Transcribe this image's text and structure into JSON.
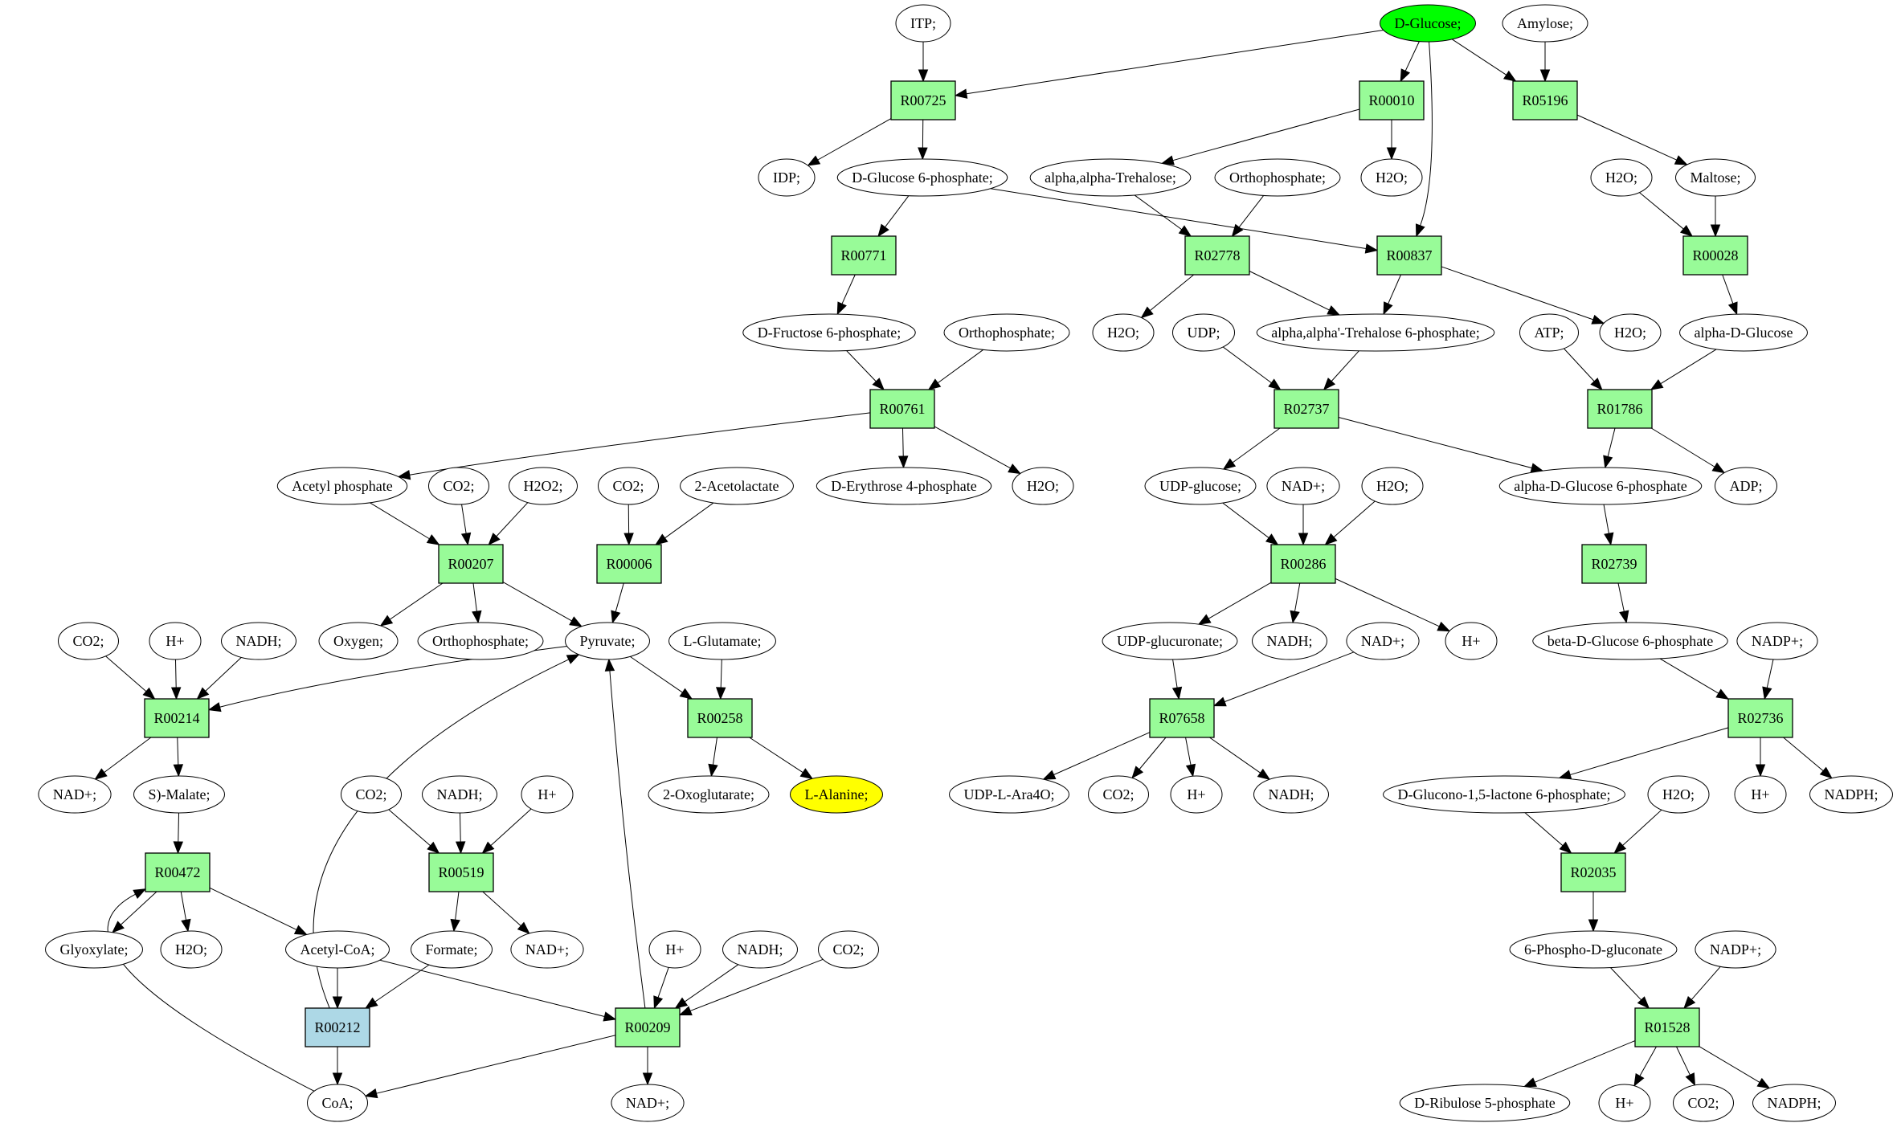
{
  "diagram": {
    "type": "metabolic-pathway-graph",
    "legend_colors": {
      "reaction": "#98fb98",
      "reaction_highlight": "#add8e6",
      "compound": "#ffffff",
      "source_compound": "#00ff00",
      "target_compound": "#ffff00"
    },
    "nodes": [
      {
        "id": "itp",
        "label": "ITP;",
        "kind": "compound"
      },
      {
        "id": "dglucose",
        "label": "D-Glucose;",
        "kind": "compound",
        "fill": "#00ff00"
      },
      {
        "id": "amylose",
        "label": "Amylose;",
        "kind": "compound"
      },
      {
        "id": "R00725",
        "label": "R00725",
        "kind": "reaction"
      },
      {
        "id": "R00010",
        "label": "R00010",
        "kind": "reaction"
      },
      {
        "id": "R05196",
        "label": "R05196",
        "kind": "reaction"
      },
      {
        "id": "idp",
        "label": "IDP;",
        "kind": "compound"
      },
      {
        "id": "dg6p",
        "label": "D-Glucose 6-phosphate;",
        "kind": "compound"
      },
      {
        "id": "trehalose",
        "label": "alpha,alpha-Trehalose;",
        "kind": "compound"
      },
      {
        "id": "orthophos_a",
        "label": "Orthophosphate;",
        "kind": "compound"
      },
      {
        "id": "h2o_a",
        "label": "H2O;",
        "kind": "compound"
      },
      {
        "id": "h2o_b",
        "label": "H2O;",
        "kind": "compound"
      },
      {
        "id": "maltose",
        "label": "Maltose;",
        "kind": "compound"
      },
      {
        "id": "R00771",
        "label": "R00771",
        "kind": "reaction"
      },
      {
        "id": "R02778",
        "label": "R02778",
        "kind": "reaction"
      },
      {
        "id": "R00837",
        "label": "R00837",
        "kind": "reaction"
      },
      {
        "id": "R00028",
        "label": "R00028",
        "kind": "reaction"
      },
      {
        "id": "f6p",
        "label": "D-Fructose 6-phosphate;",
        "kind": "compound"
      },
      {
        "id": "orthophos_b",
        "label": "Orthophosphate;",
        "kind": "compound"
      },
      {
        "id": "h2o_c",
        "label": "H2O;",
        "kind": "compound"
      },
      {
        "id": "udp",
        "label": "UDP;",
        "kind": "compound"
      },
      {
        "id": "t6p",
        "label": "alpha,alpha'-Trehalose 6-phosphate;",
        "kind": "compound"
      },
      {
        "id": "atp",
        "label": "ATP;",
        "kind": "compound"
      },
      {
        "id": "h2o_d",
        "label": "H2O;",
        "kind": "compound"
      },
      {
        "id": "adglucose",
        "label": "alpha-D-Glucose",
        "kind": "compound"
      },
      {
        "id": "R00761",
        "label": "R00761",
        "kind": "reaction"
      },
      {
        "id": "R02737",
        "label": "R02737",
        "kind": "reaction"
      },
      {
        "id": "R01786",
        "label": "R01786",
        "kind": "reaction"
      },
      {
        "id": "acetylphos",
        "label": "Acetyl phosphate",
        "kind": "compound"
      },
      {
        "id": "co2_a",
        "label": "CO2;",
        "kind": "compound"
      },
      {
        "id": "h2o2",
        "label": "H2O2;",
        "kind": "compound"
      },
      {
        "id": "co2_b",
        "label": "CO2;",
        "kind": "compound"
      },
      {
        "id": "acetolactate",
        "label": "2-Acetolactate",
        "kind": "compound"
      },
      {
        "id": "erythrose",
        "label": "D-Erythrose 4-phosphate",
        "kind": "compound"
      },
      {
        "id": "h2o_e",
        "label": "H2O;",
        "kind": "compound"
      },
      {
        "id": "udpglucose",
        "label": "UDP-glucose;",
        "kind": "compound"
      },
      {
        "id": "nadp_a_plus",
        "label": "NAD+;",
        "kind": "compound"
      },
      {
        "id": "h2o_f",
        "label": "H2O;",
        "kind": "compound"
      },
      {
        "id": "adg6p",
        "label": "alpha-D-Glucose 6-phosphate",
        "kind": "compound"
      },
      {
        "id": "adp",
        "label": "ADP;",
        "kind": "compound"
      },
      {
        "id": "R00207",
        "label": "R00207",
        "kind": "reaction"
      },
      {
        "id": "R00006",
        "label": "R00006",
        "kind": "reaction"
      },
      {
        "id": "R00286",
        "label": "R00286",
        "kind": "reaction"
      },
      {
        "id": "R02739",
        "label": "R02739",
        "kind": "reaction"
      },
      {
        "id": "co2_c",
        "label": "CO2;",
        "kind": "compound"
      },
      {
        "id": "hplus_b",
        "label": "H+",
        "kind": "compound"
      },
      {
        "id": "nadh_b",
        "label": "NADH;",
        "kind": "compound"
      },
      {
        "id": "oxygen",
        "label": "Oxygen;",
        "kind": "compound"
      },
      {
        "id": "orthophos_c",
        "label": "Orthophosphate;",
        "kind": "compound"
      },
      {
        "id": "pyruvate",
        "label": "Pyruvate;",
        "kind": "compound"
      },
      {
        "id": "lglutamate",
        "label": "L-Glutamate;",
        "kind": "compound"
      },
      {
        "id": "udpglucuronate",
        "label": "UDP-glucuronate;",
        "kind": "compound"
      },
      {
        "id": "nadh_a",
        "label": "NADH;",
        "kind": "compound"
      },
      {
        "id": "nad_b",
        "label": "NAD+;",
        "kind": "compound"
      },
      {
        "id": "hplus_a",
        "label": "H+",
        "kind": "compound"
      },
      {
        "id": "bdg6p",
        "label": "beta-D-Glucose 6-phosphate",
        "kind": "compound"
      },
      {
        "id": "nadpplus_a",
        "label": "NADP+;",
        "kind": "compound"
      },
      {
        "id": "R00214",
        "label": "R00214",
        "kind": "reaction"
      },
      {
        "id": "R00258",
        "label": "R00258",
        "kind": "reaction"
      },
      {
        "id": "R07658",
        "label": "R07658",
        "kind": "reaction"
      },
      {
        "id": "R02736",
        "label": "R02736",
        "kind": "reaction"
      },
      {
        "id": "nad_c",
        "label": "NAD+;",
        "kind": "compound"
      },
      {
        "id": "smalate",
        "label": "S)-Malate;",
        "kind": "compound"
      },
      {
        "id": "co2_e",
        "label": "CO2;",
        "kind": "compound"
      },
      {
        "id": "nadh_d",
        "label": "NADH;",
        "kind": "compound"
      },
      {
        "id": "hplus_e",
        "label": "H+",
        "kind": "compound"
      },
      {
        "id": "oxoglutarate",
        "label": "2-Oxoglutarate;",
        "kind": "compound"
      },
      {
        "id": "lalanine",
        "label": "L-Alanine;",
        "kind": "compound",
        "fill": "#ffff00"
      },
      {
        "id": "udpara4o",
        "label": "UDP-L-Ara4O;",
        "kind": "compound"
      },
      {
        "id": "co2_d",
        "label": "CO2;",
        "kind": "compound"
      },
      {
        "id": "hplus_c",
        "label": "H+",
        "kind": "compound"
      },
      {
        "id": "nadh_c",
        "label": "NADH;",
        "kind": "compound"
      },
      {
        "id": "gluconolactone",
        "label": "D-Glucono-1,5-lactone 6-phosphate;",
        "kind": "compound"
      },
      {
        "id": "h2o_g",
        "label": "H2O;",
        "kind": "compound"
      },
      {
        "id": "hplus_d",
        "label": "H+",
        "kind": "compound"
      },
      {
        "id": "nadph_a",
        "label": "NADPH;",
        "kind": "compound"
      },
      {
        "id": "R00472",
        "label": "R00472",
        "kind": "reaction"
      },
      {
        "id": "R00519",
        "label": "R00519",
        "kind": "reaction"
      },
      {
        "id": "R02035",
        "label": "R02035",
        "kind": "reaction"
      },
      {
        "id": "glyoxylate",
        "label": "Glyoxylate;",
        "kind": "compound"
      },
      {
        "id": "h2o_h",
        "label": "H2O;",
        "kind": "compound"
      },
      {
        "id": "acetylcoa",
        "label": "Acetyl-CoA;",
        "kind": "compound"
      },
      {
        "id": "formate",
        "label": "Formate;",
        "kind": "compound"
      },
      {
        "id": "nad_d",
        "label": "NAD+;",
        "kind": "compound"
      },
      {
        "id": "hplus_f",
        "label": "H+",
        "kind": "compound"
      },
      {
        "id": "nadh_e",
        "label": "NADH;",
        "kind": "compound"
      },
      {
        "id": "co2_f",
        "label": "CO2;",
        "kind": "compound"
      },
      {
        "id": "pgluconate",
        "label": "6-Phospho-D-gluconate",
        "kind": "compound"
      },
      {
        "id": "nadpplus_b",
        "label": "NADP+;",
        "kind": "compound"
      },
      {
        "id": "R00212",
        "label": "R00212",
        "kind": "reaction",
        "fill": "#add8e6"
      },
      {
        "id": "R00209",
        "label": "R00209",
        "kind": "reaction"
      },
      {
        "id": "R01528",
        "label": "R01528",
        "kind": "reaction"
      },
      {
        "id": "coa",
        "label": "CoA;",
        "kind": "compound"
      },
      {
        "id": "nad_e",
        "label": "NAD+;",
        "kind": "compound"
      },
      {
        "id": "ribulose",
        "label": "D-Ribulose 5-phosphate",
        "kind": "compound"
      },
      {
        "id": "hplus_g",
        "label": "H+",
        "kind": "compound"
      },
      {
        "id": "co2_g",
        "label": "CO2;",
        "kind": "compound"
      },
      {
        "id": "nadph_b",
        "label": "NADPH;",
        "kind": "compound"
      }
    ],
    "edges": [
      [
        "itp",
        "R00725"
      ],
      [
        "dglucose",
        "R00725"
      ],
      [
        "dglucose",
        "R00010"
      ],
      [
        "dglucose",
        "R00837"
      ],
      [
        "dglucose",
        "R05196"
      ],
      [
        "amylose",
        "R05196"
      ],
      [
        "R00725",
        "idp"
      ],
      [
        "R00725",
        "dg6p"
      ],
      [
        "R00010",
        "trehalose"
      ],
      [
        "R00010",
        "h2o_a"
      ],
      [
        "R05196",
        "maltose"
      ],
      [
        "dg6p",
        "R00771"
      ],
      [
        "dg6p",
        "R00837"
      ],
      [
        "trehalose",
        "R02778"
      ],
      [
        "orthophos_a",
        "R02778"
      ],
      [
        "h2o_b",
        "R00028"
      ],
      [
        "maltose",
        "R00028"
      ],
      [
        "R00771",
        "f6p"
      ],
      [
        "R02778",
        "h2o_c"
      ],
      [
        "R02778",
        "t6p"
      ],
      [
        "R00837",
        "t6p"
      ],
      [
        "R00837",
        "h2o_d"
      ],
      [
        "R00028",
        "adglucose"
      ],
      [
        "f6p",
        "R00761"
      ],
      [
        "orthophos_b",
        "R00761"
      ],
      [
        "udp",
        "R02737"
      ],
      [
        "t6p",
        "R02737"
      ],
      [
        "atp",
        "R01786"
      ],
      [
        "adglucose",
        "R01786"
      ],
      [
        "R00761",
        "acetylphos"
      ],
      [
        "R00761",
        "erythrose"
      ],
      [
        "R00761",
        "h2o_e"
      ],
      [
        "R02737",
        "udpglucose"
      ],
      [
        "R02737",
        "adg6p"
      ],
      [
        "R01786",
        "adg6p"
      ],
      [
        "R01786",
        "adp"
      ],
      [
        "acetylphos",
        "R00207"
      ],
      [
        "co2_a",
        "R00207"
      ],
      [
        "h2o2",
        "R00207"
      ],
      [
        "co2_b",
        "R00006"
      ],
      [
        "acetolactate",
        "R00006"
      ],
      [
        "udpglucose",
        "R00286"
      ],
      [
        "nadp_a_plus",
        "R00286"
      ],
      [
        "h2o_f",
        "R00286"
      ],
      [
        "adg6p",
        "R02739"
      ],
      [
        "R00207",
        "oxygen"
      ],
      [
        "R00207",
        "orthophos_c"
      ],
      [
        "R00207",
        "pyruvate"
      ],
      [
        "R00006",
        "pyruvate"
      ],
      [
        "R00286",
        "udpglucuronate"
      ],
      [
        "R00286",
        "nadh_a"
      ],
      [
        "R00286",
        "hplus_a"
      ],
      [
        "R02739",
        "bdg6p"
      ],
      [
        "co2_c",
        "R00214"
      ],
      [
        "hplus_b",
        "R00214"
      ],
      [
        "nadh_b",
        "R00214"
      ],
      [
        "pyruvate",
        "R00214"
      ],
      [
        "pyruvate",
        "R00258"
      ],
      [
        "lglutamate",
        "R00258"
      ],
      [
        "udpglucuronate",
        "R07658"
      ],
      [
        "nad_b",
        "R07658"
      ],
      [
        "bdg6p",
        "R02736"
      ],
      [
        "nadpplus_a",
        "R02736"
      ],
      [
        "R00214",
        "nad_c"
      ],
      [
        "R00214",
        "smalate"
      ],
      [
        "R00258",
        "oxoglutarate"
      ],
      [
        "R00258",
        "lalanine"
      ],
      [
        "R07658",
        "udpara4o"
      ],
      [
        "R07658",
        "co2_d"
      ],
      [
        "R07658",
        "hplus_c"
      ],
      [
        "R07658",
        "nadh_c"
      ],
      [
        "R02736",
        "gluconolactone"
      ],
      [
        "R02736",
        "hplus_d"
      ],
      [
        "R02736",
        "nadph_a"
      ],
      [
        "smalate",
        "R00472"
      ],
      [
        "co2_e",
        "R00519"
      ],
      [
        "nadh_d",
        "R00519"
      ],
      [
        "hplus_e",
        "R00519"
      ],
      [
        "gluconolactone",
        "R02035"
      ],
      [
        "h2o_g",
        "R02035"
      ],
      [
        "R00472",
        "glyoxylate"
      ],
      [
        "R00472",
        "h2o_h"
      ],
      [
        "R00472",
        "acetylcoa"
      ],
      [
        "R00519",
        "formate"
      ],
      [
        "R00519",
        "nad_d"
      ],
      [
        "R02035",
        "pgluconate"
      ],
      [
        "acetylcoa",
        "R00212"
      ],
      [
        "acetylcoa",
        "R00209"
      ],
      [
        "formate",
        "R00212"
      ],
      [
        "hplus_f",
        "R00209"
      ],
      [
        "nadh_e",
        "R00209"
      ],
      [
        "co2_f",
        "R00209"
      ],
      [
        "pgluconate",
        "R01528"
      ],
      [
        "nadpplus_b",
        "R01528"
      ],
      [
        "R00212",
        "pyruvate"
      ],
      [
        "R00212",
        "coa"
      ],
      [
        "R00209",
        "pyruvate"
      ],
      [
        "R00209",
        "coa"
      ],
      [
        "R00209",
        "nad_e"
      ],
      [
        "R01528",
        "ribulose"
      ],
      [
        "R01528",
        "hplus_g"
      ],
      [
        "R01528",
        "co2_g"
      ],
      [
        "R01528",
        "nadph_b"
      ],
      [
        "coa",
        "R00472"
      ]
    ]
  }
}
